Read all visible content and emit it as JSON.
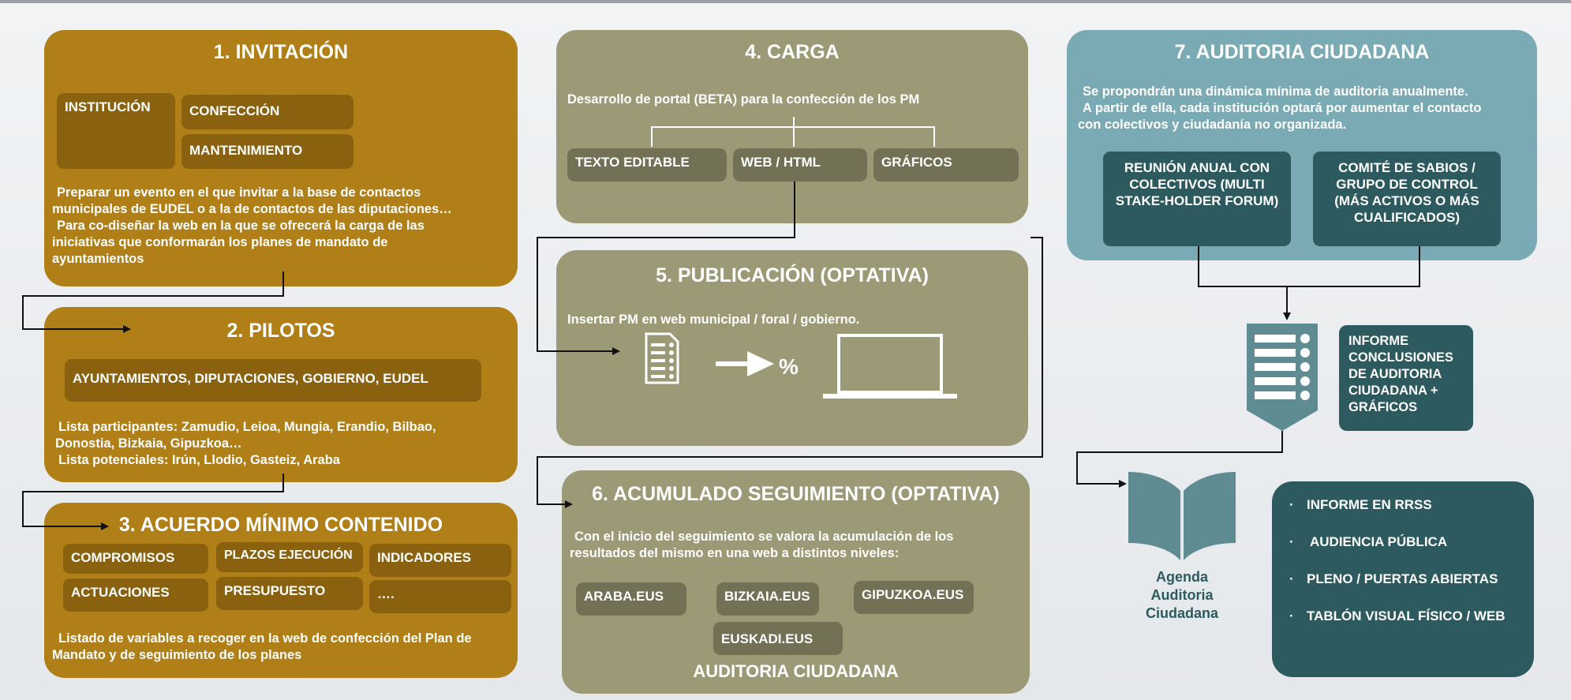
{
  "invitacion": {
    "title": "1. INVITACIÓN",
    "chips": [
      "INSTITUCIÓN",
      "CONFECCIÓN",
      "MANTENIMIENTO"
    ],
    "text": "Preparar un evento en el que invitar a la base de contactos municipales de EUDEL o a la de contactos de las diputaciones… Para co-diseñar la web en la que se ofrecerá la carga de las iniciativas que conformarán los planes de mandato de ayuntamientos",
    "text_lines": [
      "Preparar un evento en el que invitar a la base de contactos",
      "municipales de EUDEL o a la de contactos de las diputaciones…",
      "Para co-diseñar la web en la que se ofrecerá la carga de las",
      "iniciativas que conformarán los planes de mandato de",
      "ayuntamientos"
    ]
  },
  "pilotos": {
    "title": "2. PILOTOS",
    "chip": "AYUNTAMIENTOS, DIPUTACIONES, GOBIERNO, EUDEL",
    "text_lines": [
      "Lista participantes: Zamudio, Leioa, Mungia, Erandio, Bilbao,",
      "Donostia, Bizkaia, Gipuzkoa…",
      "Lista potenciales: Irún, Llodio, Gasteiz, Araba"
    ]
  },
  "acuerdo": {
    "title": "3. ACUERDO MÍNIMO CONTENIDO",
    "chips": [
      "COMPROMISOS",
      "PLAZOS EJECUCIÓN",
      "INDICADORES",
      "ACTUACIONES",
      "PRESUPUESTO",
      "…."
    ],
    "text_lines": [
      "Listado de variables a recoger en la web de confección del Plan de",
      "Mandato y de seguimiento de los planes"
    ]
  },
  "carga": {
    "title": "4. CARGA",
    "text": "Desarrollo de portal (BETA) para la confección de los PM",
    "chips": [
      "TEXTO EDITABLE",
      "WEB / HTML",
      "GRÁFICOS"
    ]
  },
  "publicacion": {
    "title": "5. PUBLICACIÓN (OPTATIVA)",
    "text": "Insertar PM en web municipal / foral / gobierno.",
    "percent": "%"
  },
  "acumulado": {
    "title": "6. ACUMULADO SEGUIMIENTO (OPTATIVA)",
    "text_lines": [
      "Con el inicio del seguimiento se valora la acumulación de los",
      "resultados del mismo en una web a distintos niveles:"
    ],
    "chips": [
      "ARABA.EUS",
      "BIZKAIA.EUS",
      "GIPUZKOA.EUS",
      "EUSKADI.EUS"
    ],
    "footer": "AUDITORIA CIUDADANA"
  },
  "auditoria": {
    "title": "7. AUDITORIA CIUDADANA",
    "text_lines": [
      "Se propondrán una dinámica mínima de auditoria anualmente.",
      "A partir de ella, cada institución optará por aumentar el contacto",
      "con colectivos y ciudadanía no organizada."
    ],
    "chip_left_lines": [
      "REUNIÓN ANUAL CON",
      "COLECTIVOS (MULTI",
      "STAKE-HOLDER FORUM)"
    ],
    "chip_right_lines": [
      "COMITÉ DE SABIOS /",
      "GRUPO DE CONTROL",
      "(MÁS ACTIVOS O MÁS",
      "CUALIFICADOS)"
    ]
  },
  "informe": {
    "lines": [
      "INFORME",
      "CONCLUSIONES",
      "DE AUDITORIA",
      "CIUDADANA +",
      "GRÁFICOS"
    ]
  },
  "agenda": {
    "lines": [
      "Agenda",
      "Auditoria",
      "Ciudadana"
    ]
  },
  "canales": {
    "items": [
      "INFORME EN RRSS",
      "AUDIENCIA PÚBLICA",
      "PLENO / PUERTAS ABIERTAS",
      "TABLÓN VISUAL FÍSICO / WEB"
    ],
    "bullet": "·"
  },
  "colors": {
    "ochre": "#b07f17",
    "olive": "#9c9a76",
    "teal": "#7aaab3",
    "dark_teal": "#2c5a5e"
  }
}
